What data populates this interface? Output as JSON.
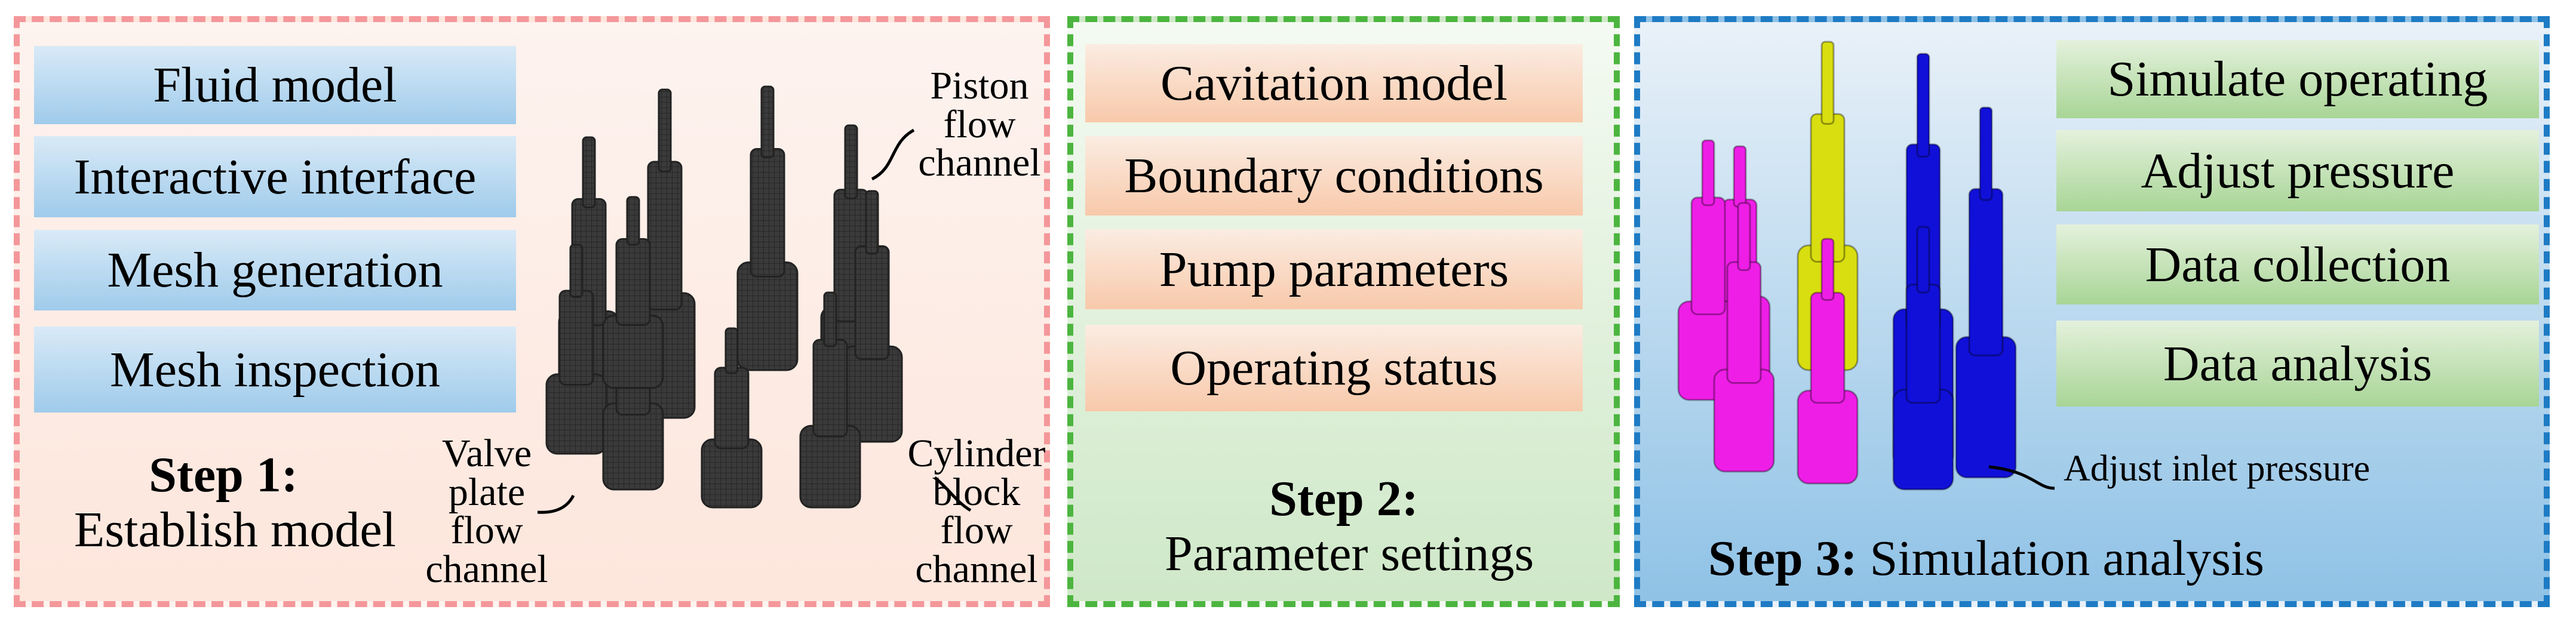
{
  "step1": {
    "items": [
      "Fluid model",
      "Interactive interface",
      "Mesh generation",
      "Mesh inspection"
    ],
    "step_label": "Step 1:",
    "step_title": "Establish model",
    "labels": {
      "piston": "Piston\nflow\nchannel",
      "valve": "Valve\nplate\nflow\nchannel",
      "cylinder": "Cylinder\nblock\nflow\nchannel"
    },
    "border_color": "#f4979a"
  },
  "step2": {
    "items": [
      "Cavitation model",
      "Boundary conditions",
      "Pump parameters",
      "Operating status"
    ],
    "step_label": "Step 2:",
    "step_title": "Parameter settings",
    "border_color": "#4cb53f"
  },
  "step3": {
    "items": [
      "Simulate operating",
      "Adjust pressure",
      "Data collection",
      "Data analysis"
    ],
    "step_label": "Step 3:",
    "step_title": "Simulation analysis",
    "annotation": "Adjust inlet pressure",
    "border_color": "#1e7bc4",
    "model_colors": [
      "#ee1ee6",
      "#d9de10",
      "#1010d8"
    ]
  }
}
